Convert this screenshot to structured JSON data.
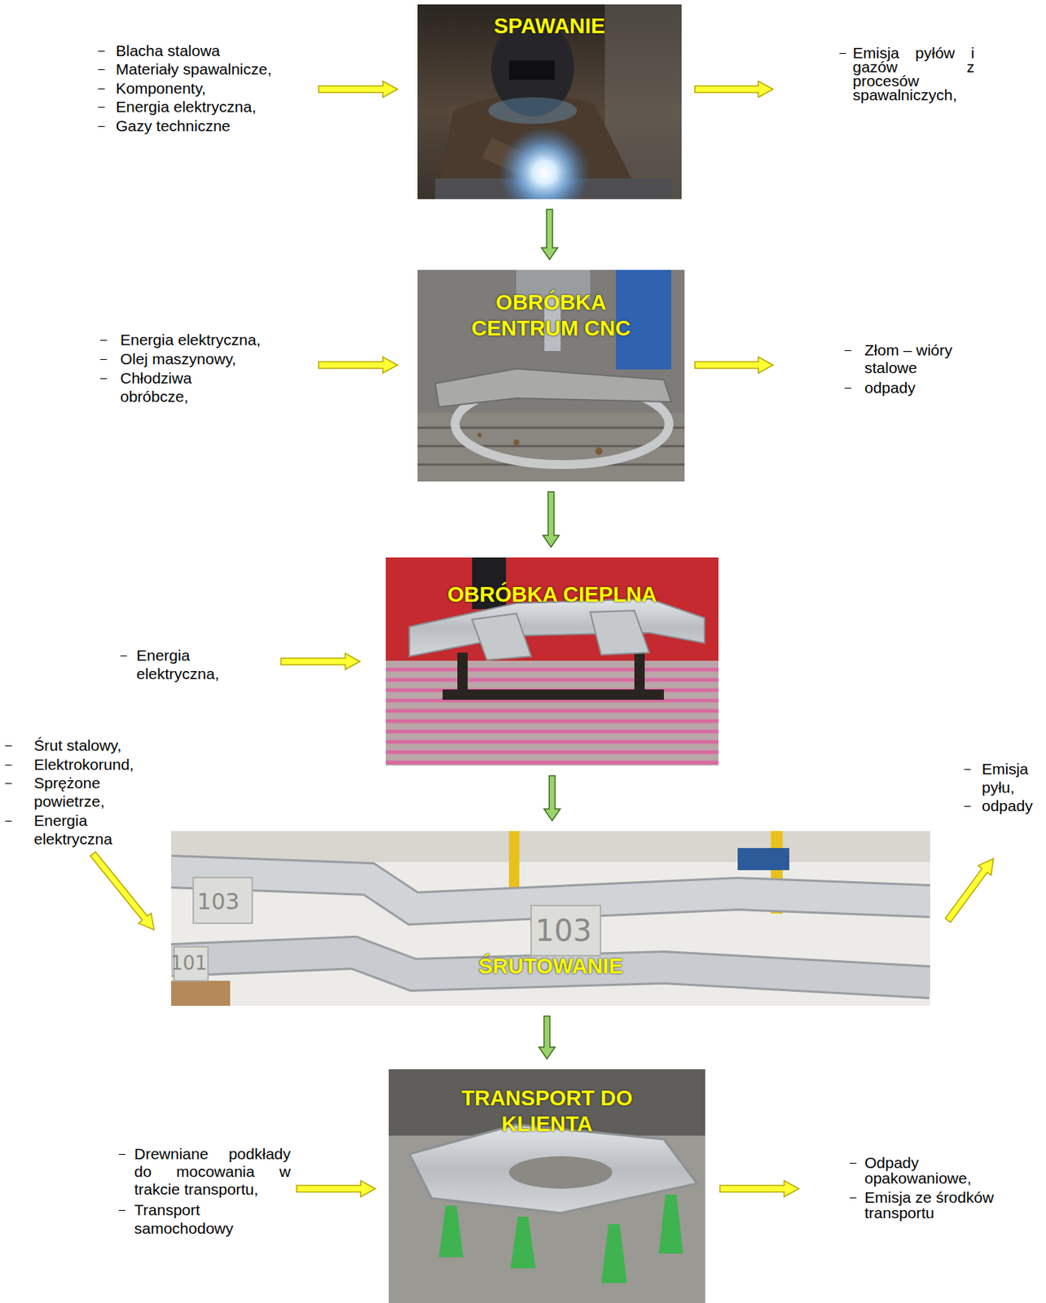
{
  "diagram": {
    "nodes": [
      {
        "text": [
          "SPAWANIE"
        ]
      },
      {
        "text": [
          "OBRÓBKA CENTRUM CNC"
        ]
      },
      {
        "text": [
          "OBRÓBKA CIEPLNA"
        ]
      },
      {
        "text": [
          "ŚRUTOWANIE"
        ]
      },
      {
        "text": [
          "TRANSPORT DO KLIENTA"
        ]
      }
    ],
    "edges": [
      {
        "from": 0,
        "to": 1,
        "arrow": "to"
      },
      {
        "from": 1,
        "to": 2,
        "arrow": "to"
      },
      {
        "from": 2,
        "to": 3,
        "arrow": "to"
      },
      {
        "from": 3,
        "to": 4,
        "arrow": "to"
      }
    ],
    "labels": [
      "Blacha stalowa",
      "Materiały spawalnicze,",
      "Komponenty,",
      "Energia elektryczna,",
      "Gazy techniczne",
      "Emisja pyłów i gazów z procesów spawalniczych,",
      "Energia elektryczna,",
      "Olej maszynowy,",
      "Chłodziwa obróbcze,",
      "Złom – wióry stalowe",
      "odpady",
      "Energia elektryczna,",
      "Śrut stalowy,",
      "Elektrokorund,",
      "Sprężone powietrze,",
      "Energia elektryczna",
      "Emisja pyłu,",
      "odpady",
      "Drewniane podkłady do mocowania w trakcie transportu,",
      "Transport samochodowy",
      "Odpady opakowaniowe,",
      "Emisja ze środków transportu",
      "103",
      "101",
      "103"
    ]
  }
}
